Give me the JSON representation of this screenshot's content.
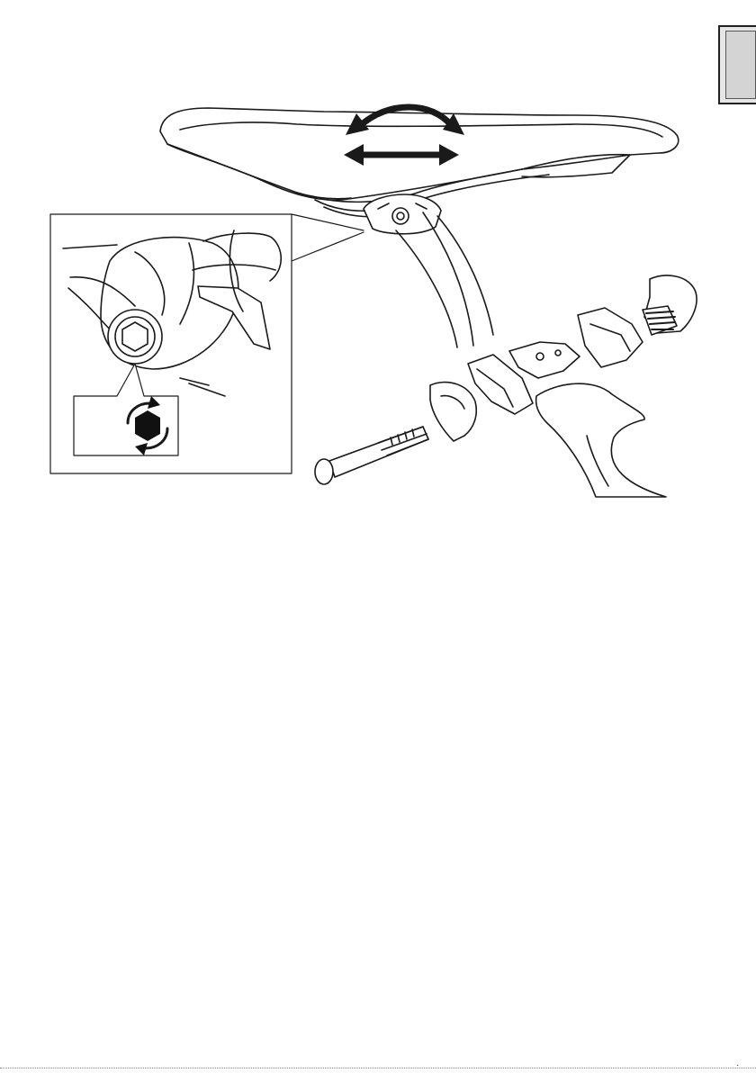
{
  "page": {
    "number": "·"
  },
  "icons": {
    "language_tab": "language-tab-marker",
    "saddle": "saddle-illustration",
    "adjust_tilt": "curved-double-arrow-icon",
    "adjust_slide": "straight-double-arrow-icon",
    "detail_inset": "clamp-bolt-detail",
    "hex_rotate": "hex-rotate-icon",
    "parts": "exploded-clamp-parts"
  },
  "colors": {
    "line": "#1a1a1a",
    "tab_fill": "#d4d4d4",
    "icon_fill": "#111111"
  }
}
